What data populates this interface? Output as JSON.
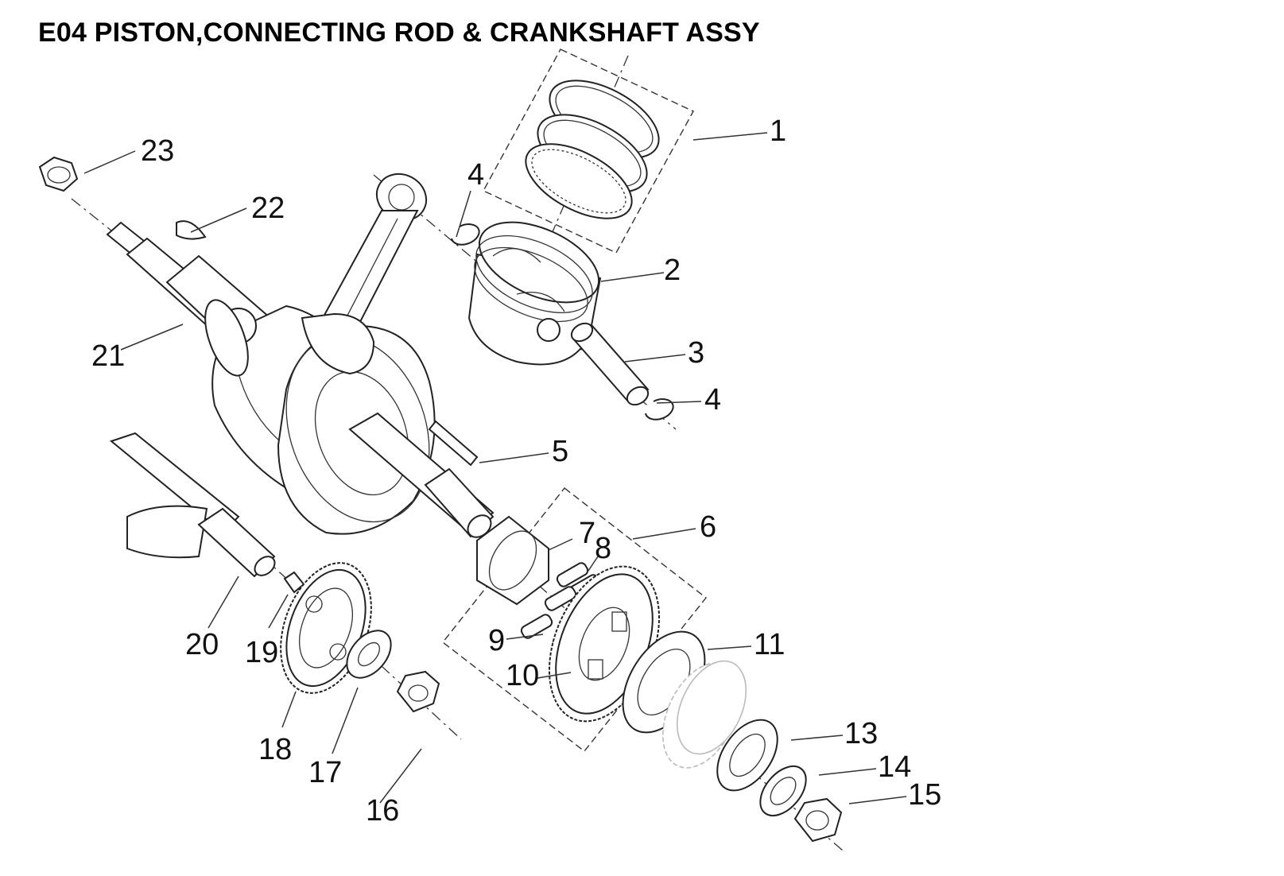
{
  "title": "E04 PISTON,CONNECTING ROD & CRANKSHAFT ASSY",
  "callouts": [
    {
      "label": "1"
    },
    {
      "label": "2"
    },
    {
      "label": "3"
    },
    {
      "label": "4"
    },
    {
      "label": "4"
    },
    {
      "label": "5"
    },
    {
      "label": "6"
    },
    {
      "label": "7"
    },
    {
      "label": "8"
    },
    {
      "label": "9"
    },
    {
      "label": "10"
    },
    {
      "label": "11"
    },
    {
      "label": "13"
    },
    {
      "label": "14"
    },
    {
      "label": "15"
    },
    {
      "label": "16"
    },
    {
      "label": "17"
    },
    {
      "label": "18"
    },
    {
      "label": "19"
    },
    {
      "label": "20"
    },
    {
      "label": "21"
    },
    {
      "label": "22"
    },
    {
      "label": "23"
    }
  ]
}
